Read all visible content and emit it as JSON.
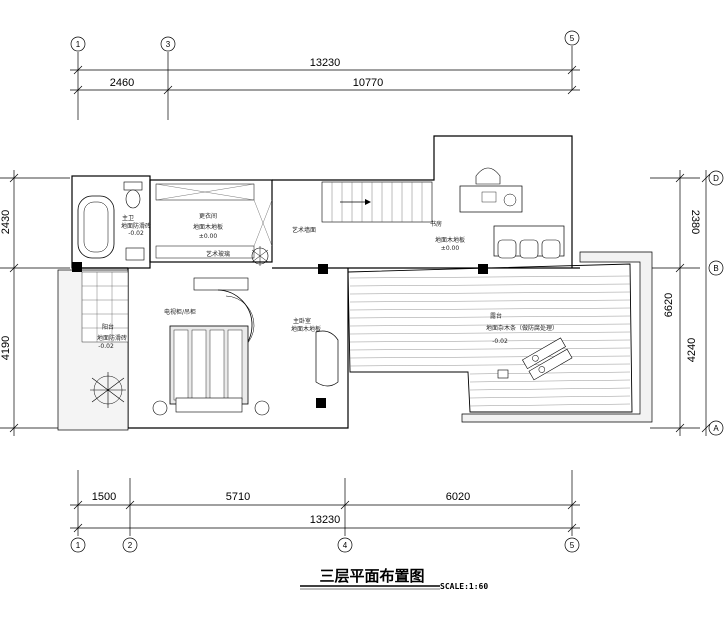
{
  "drawing": {
    "title": "三层平面布置图",
    "scale": "SCALE:1:60"
  },
  "axes": {
    "top": [
      "1",
      "3",
      "5"
    ],
    "bottom": [
      "1",
      "2",
      "4",
      "5"
    ],
    "right": [
      "D",
      "B",
      "A"
    ]
  },
  "dimensions": {
    "top_total": "13230",
    "top_seg1": "2460",
    "top_seg2": "10770",
    "bottom_seg1": "1500",
    "bottom_seg2": "5710",
    "bottom_seg3": "6020",
    "bottom_total": "13230",
    "left_upper": "2430",
    "left_lower": "4190",
    "right_seg1": "2380",
    "right_total": "6620",
    "right_seg2": "4240"
  },
  "rooms": {
    "bath_name": "主卫",
    "bath_floor": "地面防滑砖",
    "bath_level": "-0.02",
    "dress_name": "更衣间",
    "dress_floor": "地面木地板",
    "dress_level": "±0.00",
    "art_glass": "艺术玻璃",
    "art_wall": "艺术墙面",
    "study_name": "书房",
    "study_floor": "地面木地板",
    "study_level": "±0.00",
    "tv_cabinet": "电视柜/吊柜",
    "bedroom_name": "主卧室",
    "bedroom_floor": "地面木地板",
    "balcony_name": "阳台",
    "balcony_floor": "地面防滑砖",
    "balcony_level": "-0.02",
    "terrace_name": "露台",
    "terrace_floor": "地面杂木条（做防腐处理）",
    "terrace_level": "-0.02"
  }
}
